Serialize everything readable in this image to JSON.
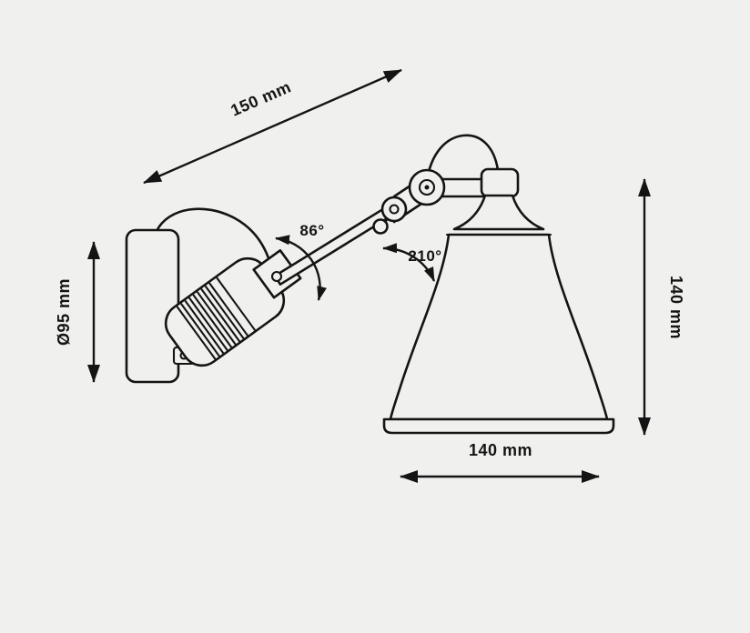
{
  "diagram": {
    "labels": {
      "arm_length": "150 mm",
      "wall_plate_diameter": "Ø95 mm",
      "elbow_angle": "86°",
      "shade_rotation_angle": "210°",
      "shade_height": "140 mm",
      "shade_diameter": "140 mm"
    },
    "colors": {
      "background": "#f0f0ee",
      "line": "#141414"
    }
  }
}
